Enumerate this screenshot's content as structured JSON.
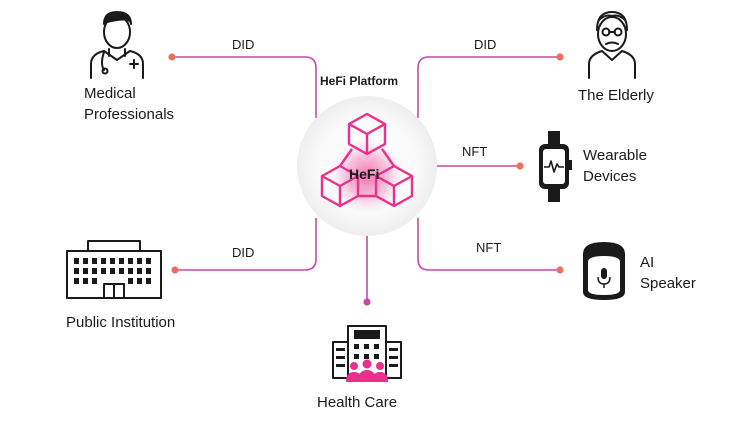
{
  "platform_label": "HeFi Platform",
  "center_label": "HeFi",
  "colors": {
    "accent": "#e8308c",
    "connector": "#c44aa6",
    "dot": "#e8735a",
    "icon": "#1a1a1a"
  },
  "nodes": [
    {
      "id": "medical-professionals",
      "label_lines": [
        "Medical",
        "Professionals"
      ],
      "icon": "doctor-icon"
    },
    {
      "id": "the-elderly",
      "label_lines": [
        "The Elderly"
      ],
      "icon": "elderly-person-icon"
    },
    {
      "id": "wearable-devices",
      "label_lines": [
        "Wearable",
        "Devices"
      ],
      "icon": "smartwatch-icon"
    },
    {
      "id": "ai-speaker",
      "label_lines": [
        "AI",
        "Speaker"
      ],
      "icon": "smart-speaker-icon"
    },
    {
      "id": "public-institution",
      "label_lines": [
        "Public Institution"
      ],
      "icon": "government-building-icon"
    },
    {
      "id": "health-care",
      "label_lines": [
        "Health Care"
      ],
      "icon": "hospital-icon"
    }
  ],
  "edges": [
    {
      "from": "medical-professionals",
      "label": "DID"
    },
    {
      "from": "the-elderly",
      "label": "DID"
    },
    {
      "from": "wearable-devices",
      "label": "NFT"
    },
    {
      "from": "ai-speaker",
      "label": "NFT"
    },
    {
      "from": "public-institution",
      "label": "DID"
    },
    {
      "from": "health-care",
      "label": ""
    }
  ]
}
